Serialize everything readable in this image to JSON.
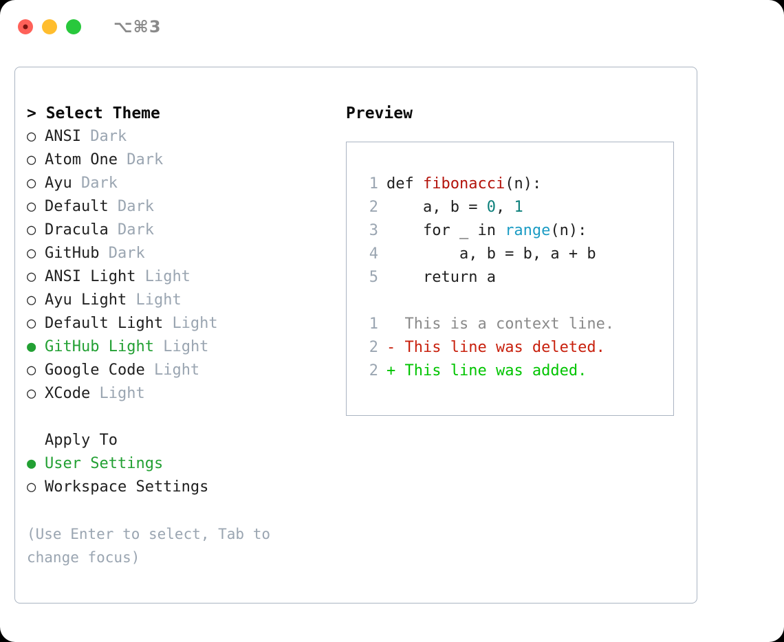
{
  "titlebar": {
    "shortcut": "⌥⌘3",
    "buttons": [
      "close",
      "minimize",
      "maximize"
    ]
  },
  "theme_list": {
    "heading": "> Select Theme",
    "items": [
      {
        "marker": "○",
        "name": "ANSI",
        "suffix": "Dark",
        "selected": false
      },
      {
        "marker": "○",
        "name": "Atom One",
        "suffix": "Dark",
        "selected": false
      },
      {
        "marker": "○",
        "name": "Ayu",
        "suffix": "Dark",
        "selected": false
      },
      {
        "marker": "○",
        "name": "Default",
        "suffix": "Dark",
        "selected": false
      },
      {
        "marker": "○",
        "name": "Dracula",
        "suffix": "Dark",
        "selected": false
      },
      {
        "marker": "○",
        "name": "GitHub",
        "suffix": "Dark",
        "selected": false
      },
      {
        "marker": "○",
        "name": "ANSI Light",
        "suffix": "Light",
        "selected": false
      },
      {
        "marker": "○",
        "name": "Ayu Light",
        "suffix": "Light",
        "selected": false
      },
      {
        "marker": "○",
        "name": "Default Light",
        "suffix": "Light",
        "selected": false
      },
      {
        "marker": "●",
        "name": "GitHub Light",
        "suffix": "Light",
        "selected": true
      },
      {
        "marker": "○",
        "name": "Google Code",
        "suffix": "Light",
        "selected": false
      },
      {
        "marker": "○",
        "name": "XCode",
        "suffix": "Light",
        "selected": false
      }
    ]
  },
  "apply_to": {
    "heading": "Apply To",
    "items": [
      {
        "marker": "●",
        "name": "User Settings",
        "selected": true
      },
      {
        "marker": "○",
        "name": "Workspace Settings",
        "selected": false
      }
    ]
  },
  "hint": "(Use Enter to select, Tab to change focus)",
  "preview": {
    "title": "Preview",
    "code_lines": [
      {
        "no": "1",
        "segments": [
          {
            "text": "def ",
            "cls": "tok-plain"
          },
          {
            "text": "fibonacci",
            "cls": "tok-fn"
          },
          {
            "text": "(n):",
            "cls": "tok-plain"
          }
        ]
      },
      {
        "no": "2",
        "segments": [
          {
            "text": "    a, b = ",
            "cls": "tok-plain"
          },
          {
            "text": "0",
            "cls": "tok-num"
          },
          {
            "text": ", ",
            "cls": "tok-plain"
          },
          {
            "text": "1",
            "cls": "tok-num"
          }
        ]
      },
      {
        "no": "3",
        "segments": [
          {
            "text": "    for _ in ",
            "cls": "tok-plain"
          },
          {
            "text": "range",
            "cls": "tok-bi"
          },
          {
            "text": "(n):",
            "cls": "tok-plain"
          }
        ]
      },
      {
        "no": "4",
        "segments": [
          {
            "text": "        a, b = b, a + b",
            "cls": "tok-plain"
          }
        ]
      },
      {
        "no": "5",
        "segments": [
          {
            "text": "    return a",
            "cls": "tok-plain"
          }
        ]
      }
    ],
    "diff_lines": [
      {
        "no": "1",
        "sign": "  ",
        "text": "This is a context line.",
        "kind": "diff-context"
      },
      {
        "no": "2",
        "sign": "- ",
        "text": "This line was deleted.",
        "kind": "diff-del"
      },
      {
        "no": "2",
        "sign": "+ ",
        "text": "This line was added.",
        "kind": "diff-add"
      }
    ]
  },
  "colors": {
    "selected_green": "#22a033",
    "added_green": "#00c400",
    "deleted_red": "#c8200d",
    "function_red": "#b3130b",
    "number_teal": "#0b7f7a",
    "builtin_blue": "#1c9cc4",
    "muted": "#9aa5b1",
    "border": "#aab4c2"
  }
}
